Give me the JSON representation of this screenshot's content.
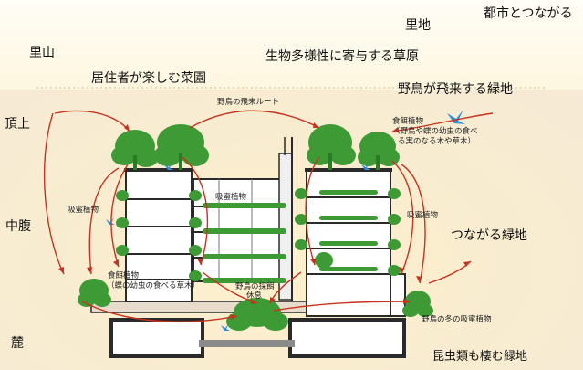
{
  "labels": {
    "satoyama": "里山",
    "sato_chi": "里地",
    "toshi": "都市とつながる",
    "kyoju": "居住者が楽しむ菜園",
    "seibutsu": "生物多様性に寄与する草原",
    "yacho_hirai": "野鳥が飛来する緑地",
    "chojo": "頂上",
    "chufuku": "中腹",
    "fumoto": "麓",
    "tsunagaru": "つながる緑地",
    "konchu": "昆虫類も棲む緑地"
  },
  "annotations": {
    "route": "野鳥の飛来ルート",
    "shokuji_title": "食餌植物",
    "shokuji_line1": "（野鳥や蝶の幼虫の食べ",
    "shokuji_line2": "る実のなる木や草木）",
    "kyumitsu_top": "吸蜜植物",
    "kyumitsu_left": "吸蜜植物",
    "kyumitsu_right": "吸蜜植物",
    "shokuji2_title": "食餌植物",
    "shokuji2_line": "（蝶の幼虫の食べる草木）",
    "yacho_rest_line1": "野鳥の採餌",
    "yacho_rest_line2": "休息",
    "winter": "野鳥の冬の吸蜜植物"
  },
  "colors": {
    "arrow": "#c8321e",
    "tree": "#3e9a34",
    "tree_dark": "#2b7a26",
    "building": "#2a2a2a",
    "bird": "#2f8fd8"
  }
}
